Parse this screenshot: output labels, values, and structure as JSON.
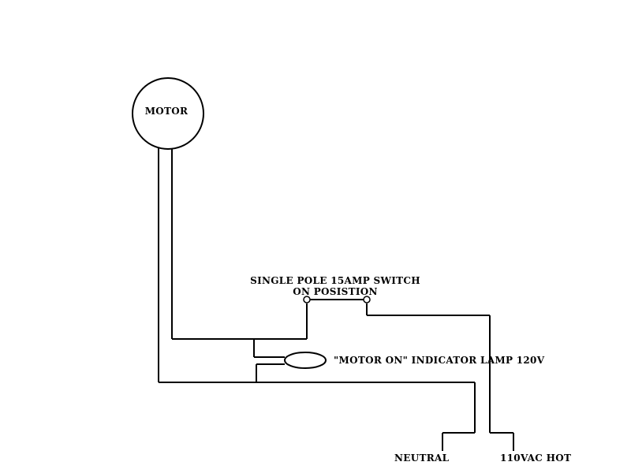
{
  "labels": {
    "motor": "MOTOR",
    "switch_line1": "SINGLE POLE 15AMP SWITCH",
    "switch_line2": "ON POSISTION",
    "lamp": "\"MOTOR ON\" INDICATOR LAMP 120V",
    "neutral": "NEUTRAL",
    "hot": "110VAC HOT"
  },
  "colors": {
    "background": "#ffffff",
    "ink": "#000000"
  }
}
